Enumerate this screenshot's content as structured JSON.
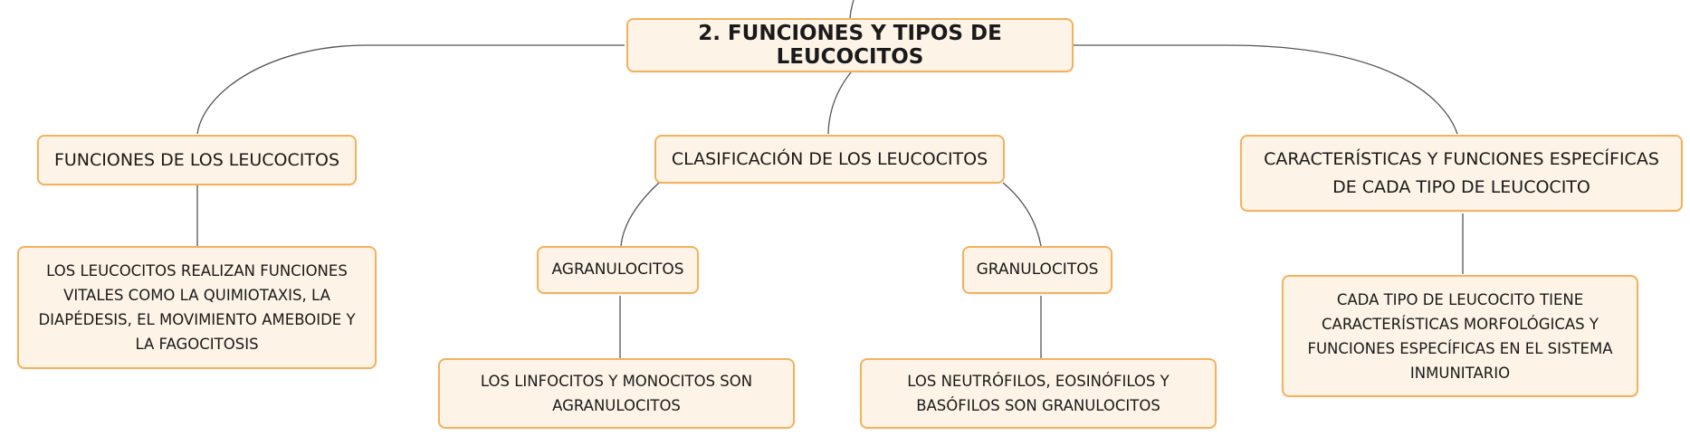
{
  "diagram": {
    "root": "2. FUNCIONES Y TIPOS DE LEUCOCITOS",
    "branches": {
      "funciones": {
        "label": "FUNCIONES DE LOS LEUCOCITOS",
        "detail": "LOS LEUCOCITOS REALIZAN FUNCIONES VITALES COMO LA QUIMIOTAXIS, LA DIAPÉDESIS, EL MOVIMIENTO AMEBOIDE Y LA FAGOCITOSIS"
      },
      "clasificacion": {
        "label": "CLASIFICACIÓN DE LOS LEUCOCITOS",
        "agranulocitos": {
          "label": "AGRANULOCITOS",
          "detail": "LOS LINFOCITOS Y MONOCITOS SON AGRANULOCITOS"
        },
        "granulocitos": {
          "label": "GRANULOCITOS",
          "detail": "LOS NEUTRÓFILOS, EOSINÓFILOS Y BASÓFILOS SON GRANULOCITOS"
        }
      },
      "caracteristicas": {
        "label": "CARACTERÍSTICAS Y FUNCIONES ESPECÍFICAS DE CADA TIPO DE LEUCOCITO",
        "detail": "CADA TIPO DE LEUCOCITO TIENE CARACTERÍSTICAS MORFOLÓGICAS Y FUNCIONES ESPECÍFICAS EN EL SISTEMA INMUNITARIO"
      }
    }
  },
  "colors": {
    "node_fill": "#fdf3e6",
    "node_border": "#f3b25c",
    "line": "#555555"
  }
}
